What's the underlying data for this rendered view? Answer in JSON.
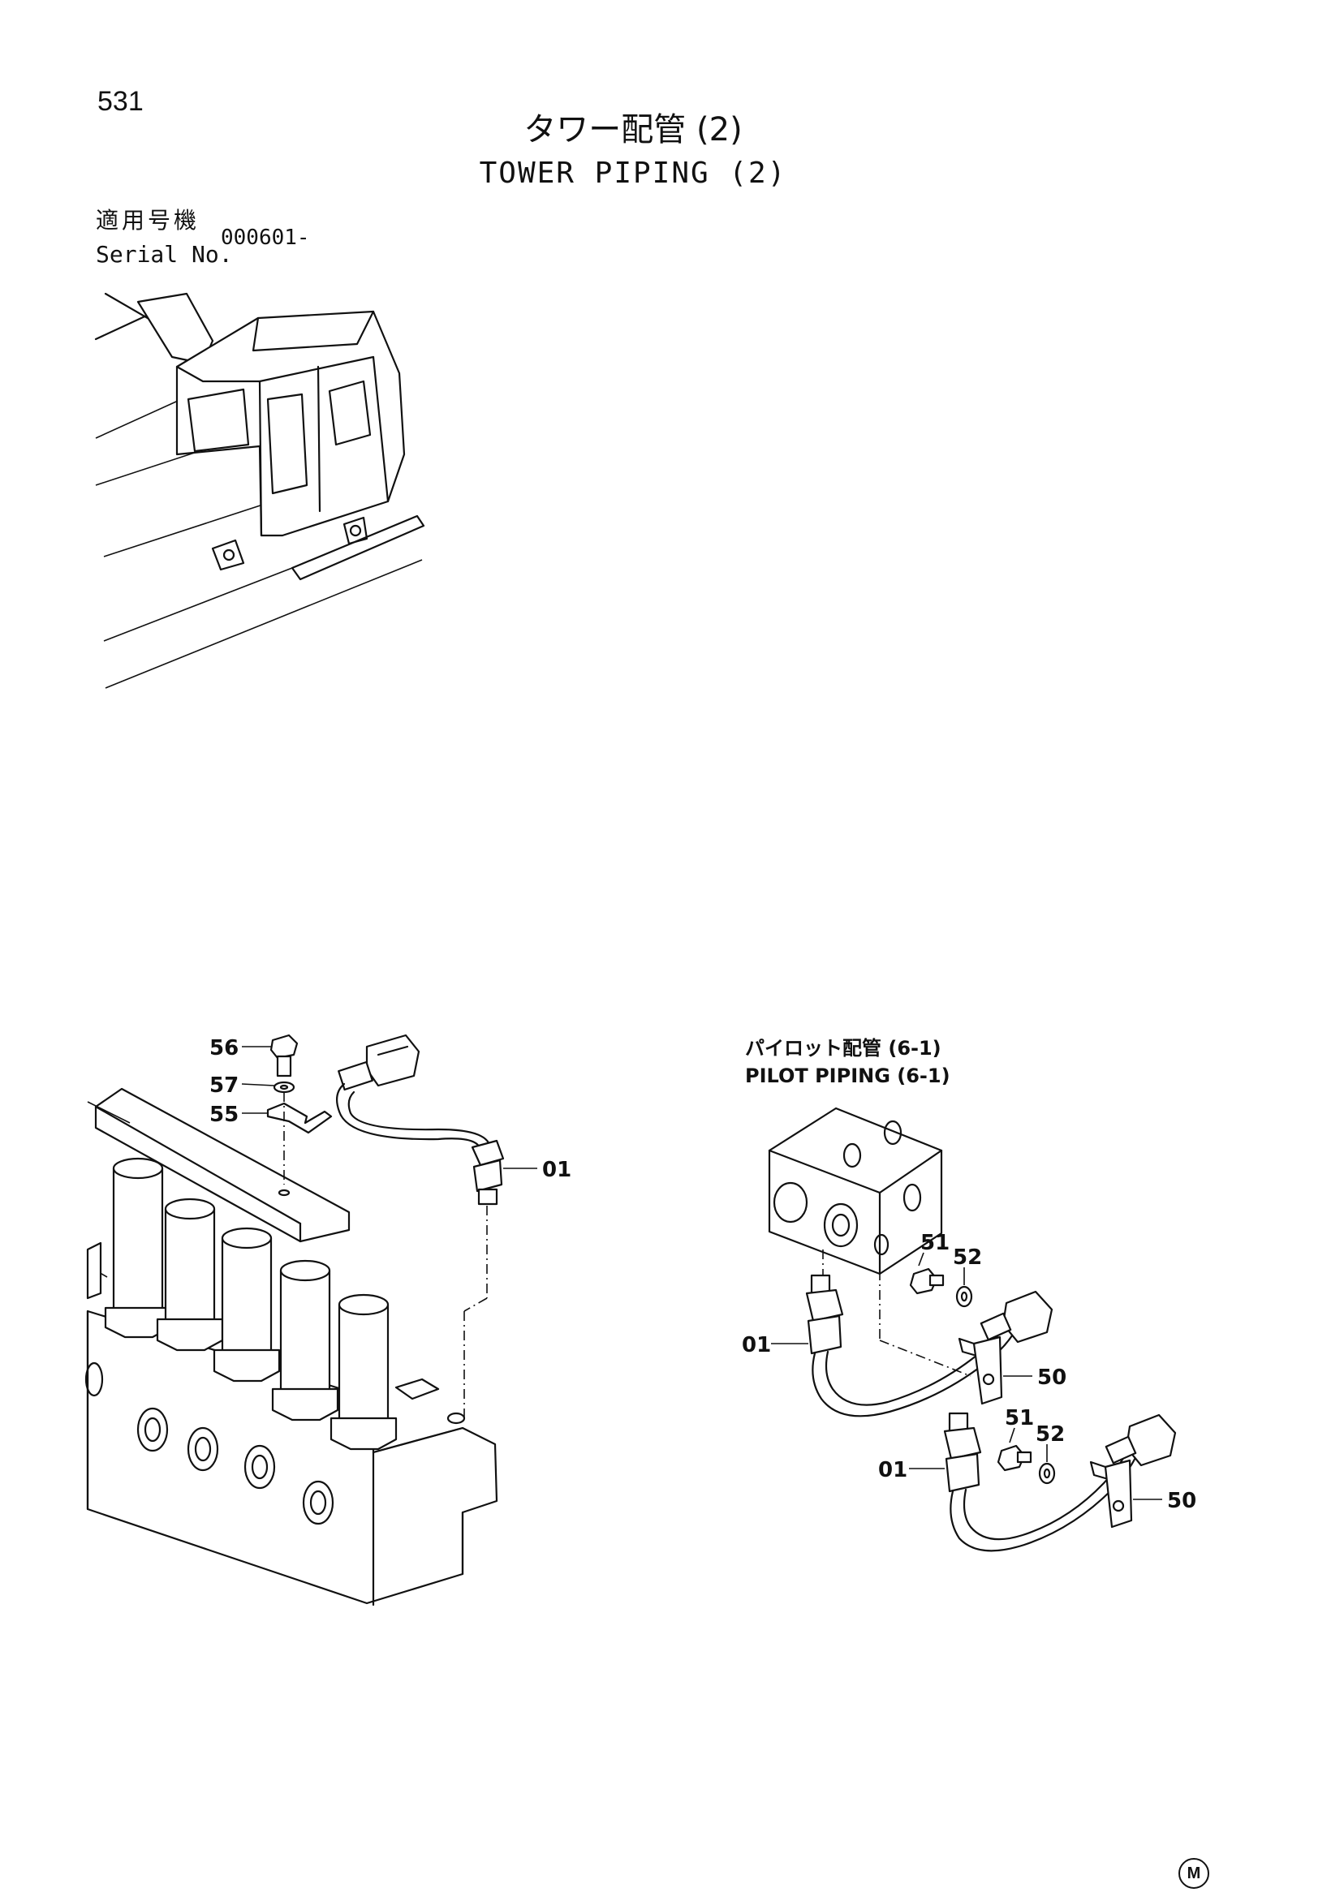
{
  "page": {
    "number": "531",
    "title_jp": "タワー配管 (2)",
    "title_en": "TOWER PIPING (2)"
  },
  "serial": {
    "label_jp": "適用号機",
    "label_en": "Serial No.",
    "value": "000601-"
  },
  "reference": {
    "label_jp": "パイロット配管 (6-1)",
    "label_en": "PILOT PIPING (6-1)"
  },
  "callouts": {
    "main": [
      "56",
      "57",
      "55",
      "01"
    ],
    "pilot": [
      "51",
      "52",
      "01",
      "50",
      "51",
      "52",
      "01",
      "50"
    ]
  },
  "mark": "M"
}
